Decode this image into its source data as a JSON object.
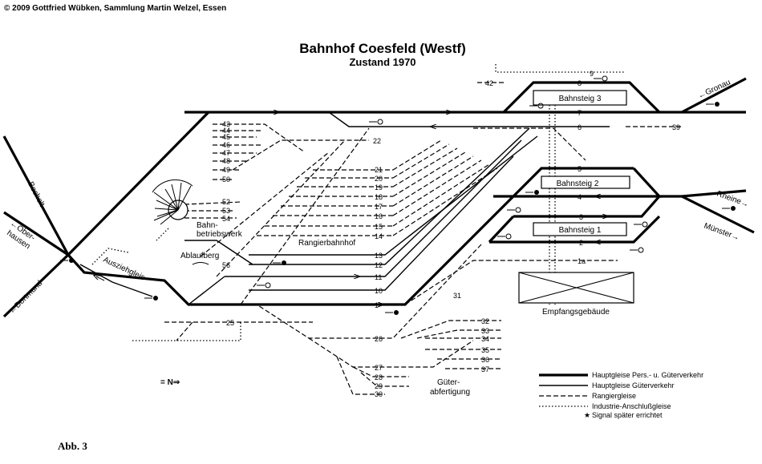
{
  "copyright": "© 2009 Gottfried Wübken, Sammlung Martin Welzel, Essen",
  "title": "Bahnhof Coesfeld (Westf)",
  "subtitle": "Zustand 1970",
  "figure_label": "Abb. 3",
  "north": "= N⇒",
  "platforms": [
    "Bahnsteig 3",
    "Bahnsteig 2",
    "Bahnsteig 1"
  ],
  "areas": {
    "bw_line1": "Bahn-",
    "bw_line2": "betriebswerk",
    "ablaufberg": "Ablaufberg",
    "rangierbahnhof": "Rangierbahnhof",
    "empfangsgebaeude": "Empfangsgebäude",
    "gueter_line1": "Güter-",
    "gueter_line2": "abfertigung",
    "ausziehgleis": "Ausziehgleis"
  },
  "directions": {
    "gronau": "Gronau",
    "rheine": "Rheine",
    "muenster": "Münster",
    "bocholt": "Bocholt",
    "oberhausen_line1": "Ober-",
    "oberhausen_line2": "hausen",
    "dortmund": "Dortmund"
  },
  "track_numbers": {
    "t9": "9",
    "t8": "8",
    "t42": "42",
    "t7": "7",
    "t6": "6",
    "t39": "39",
    "t5": "5",
    "t4": "4",
    "t3": "3",
    "t2": "2",
    "t1a": "1a",
    "t1": "1",
    "t10": "10",
    "t11": "11",
    "t12": "12",
    "t13": "13",
    "t14": "14",
    "t15": "15",
    "t16": "16",
    "t17": "17",
    "t18": "18",
    "t19": "19",
    "t20": "20",
    "t21": "21",
    "t22": "22",
    "t43": "43",
    "t44": "44",
    "t45": "45",
    "t46": "46",
    "t47": "47",
    "t48": "48",
    "t49": "49",
    "t50": "50",
    "t52": "52",
    "t53": "53",
    "t54": "54",
    "t56": "56",
    "t25": "25",
    "t26": "26",
    "t27": "27",
    "t28": "28",
    "t29": "29",
    "t30": "30",
    "t31": "31",
    "t32": "32",
    "t33": "33",
    "t34": "34",
    "t35": "35",
    "t36": "36",
    "t37": "37"
  },
  "legend": [
    "Hauptgleise Pers.- u. Güterverkehr",
    "Hauptgleise Güterverkehr",
    "Rangiergleise",
    "Industrie-Anschlußgleise",
    "Signal später errichtet"
  ],
  "legend_star": "★"
}
